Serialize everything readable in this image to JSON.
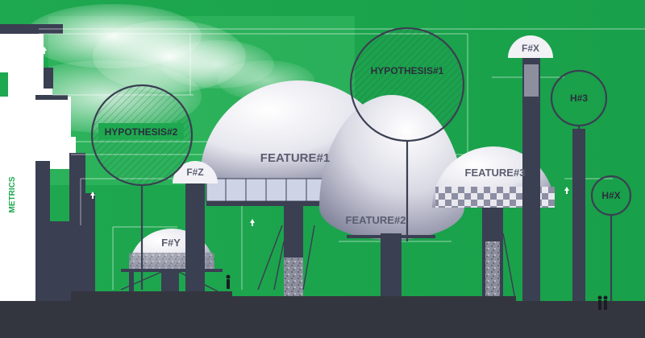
{
  "colors": {
    "background": "#1ea84f",
    "background_light": "#3cc46a",
    "structure_dark": "#3a3f52",
    "ground": "#34363f",
    "dome_light": "#f2f2f6",
    "dome_shade": "#9a9cb2",
    "accent_text": "#1ea84f"
  },
  "side_label": "METRICS",
  "hypotheses": [
    {
      "id": "hypothesis-1",
      "label": "HYPOTHESIS#1"
    },
    {
      "id": "hypothesis-2",
      "label": "HYPOTHESIS#2"
    },
    {
      "id": "hypothesis-3",
      "label": "H#3"
    },
    {
      "id": "hypothesis-x",
      "label": "H#X"
    }
  ],
  "features": [
    {
      "id": "feature-1",
      "label": "FEATURE#1"
    },
    {
      "id": "feature-2",
      "label": "FEATURE#2"
    },
    {
      "id": "feature-3",
      "label": "FEATURE#3"
    },
    {
      "id": "feature-x",
      "label": "F#X"
    },
    {
      "id": "feature-y",
      "label": "F#Y"
    },
    {
      "id": "feature-z",
      "label": "F#Z"
    }
  ],
  "icons": [
    "arrow-up-icon",
    "arrow-up-icon",
    "arrow-up-icon",
    "arrow-up-icon",
    "person-icon"
  ]
}
